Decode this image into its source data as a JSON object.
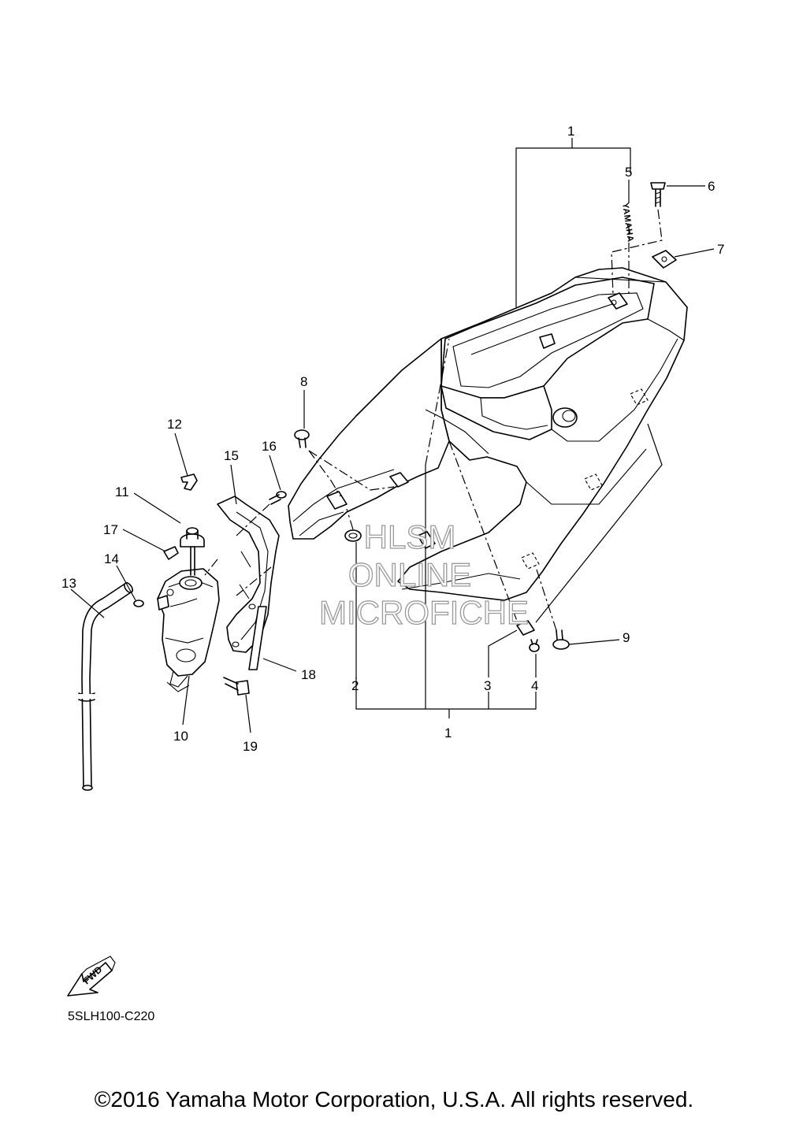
{
  "diagram_code": "5SLH100-C220",
  "fwd_label": "FWD",
  "decal_text": "YAMAHA",
  "watermark": {
    "line1": "HLSM",
    "line2": "ONLINE",
    "line3": "MICROFICHE"
  },
  "copyright": "©2016 Yamaha Motor Corporation, U.S.A. All rights reserved.",
  "callouts": {
    "c1_top": "1",
    "c1_bottom": "1",
    "c2": "2",
    "c3": "3",
    "c4": "4",
    "c5": "5",
    "c6": "6",
    "c7": "7",
    "c8": "8",
    "c9": "9",
    "c10": "10",
    "c11": "11",
    "c12": "12",
    "c13": "13",
    "c14": "14",
    "c15": "15",
    "c16": "16",
    "c17": "17",
    "c18": "18",
    "c19": "19"
  }
}
